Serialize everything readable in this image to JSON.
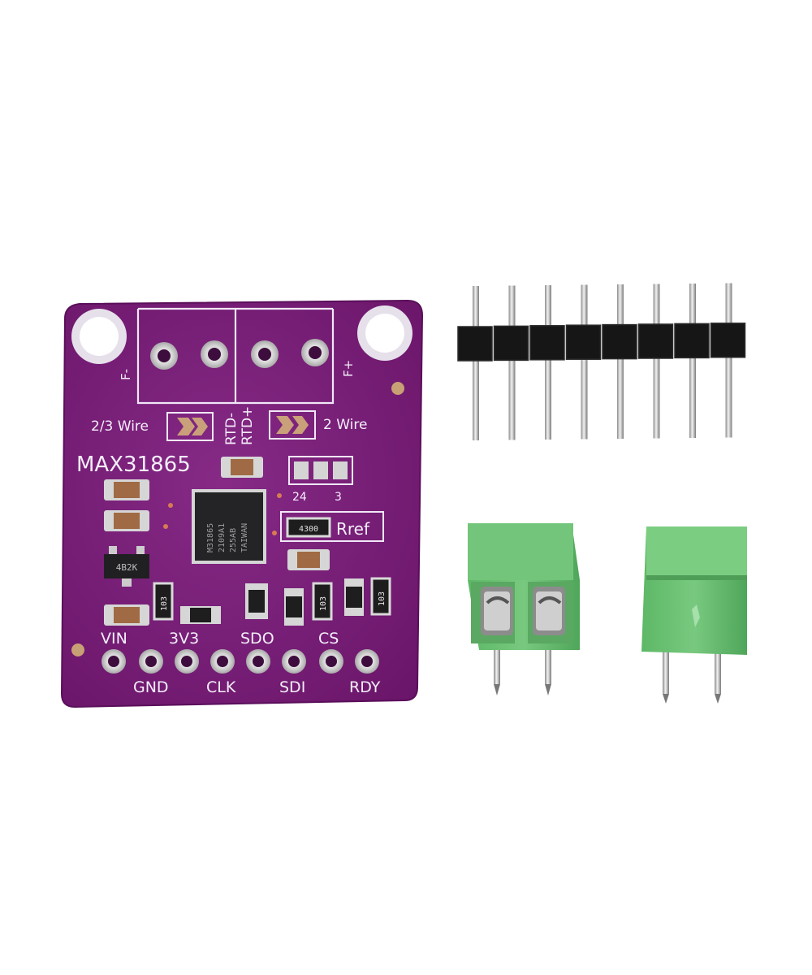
{
  "board": {
    "title": "MAX31865",
    "chip_marking": [
      "M31865",
      "2109A1",
      "255AB",
      "TAIWAN"
    ],
    "terminal_labels": {
      "f_minus": "F-",
      "f_plus": "F+",
      "rtd_minus": "RTD-",
      "rtd_plus": "RTD+",
      "wire_23": "2/3 Wire",
      "wire_2": "2 Wire"
    },
    "jumper_labels": {
      "left": "24",
      "right": "3"
    },
    "rref_label": "Rref",
    "rref_resistor_code": "4300",
    "resistor_code": "103",
    "transistor_code": "4B2K",
    "pins_top": [
      "VIN",
      "3V3",
      "SDO",
      "CS"
    ],
    "pins_bottom": [
      "GND",
      "CLK",
      "SDI",
      "RDY"
    ],
    "colors": {
      "pcb": "#7b1c7c",
      "silkscreen": "#f4eefa",
      "terminal_block": "#6fc276",
      "header_plastic": "#151515"
    }
  },
  "accessories": {
    "pin_header_count": 8,
    "terminal_blocks": 2
  }
}
